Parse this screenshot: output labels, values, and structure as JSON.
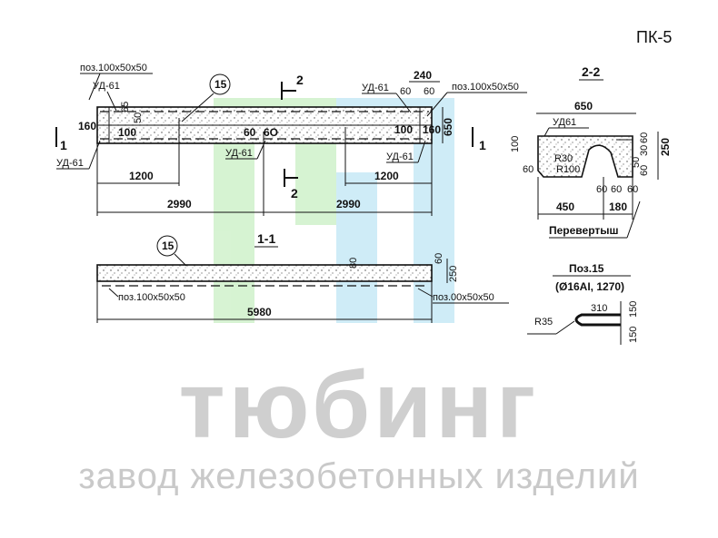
{
  "title": "ПК-5",
  "watermark": {
    "brand": "тюбинг",
    "subtitle": "завод железобетонных изделий",
    "colors": {
      "green": "#c9efc4",
      "blue": "#bfe6f5"
    }
  },
  "plan": {
    "labels": {
      "pos_top_left": "поз.100х50х50",
      "ud_top_left": "УД-61",
      "dim_65": "65",
      "dim_50": "50",
      "dim_160": "160",
      "dim_100_left": "100",
      "ud_bottom_left": "УД-61",
      "dim_1200_left": "1200",
      "dim_2990_left": "2990",
      "dim_60a": "60",
      "dim_60b": "6О",
      "ud_middle": "УД-61",
      "pos_top_right": "поз.100х50х50",
      "ud_top_right": "УД-61",
      "dim_240": "240",
      "dim_60c": "60",
      "dim_60d": "60",
      "dim_100_right": "100",
      "dim_160_right": "160",
      "dim_650": "650",
      "ud_bottom_right": "УД-61",
      "dim_1200_right": "1200",
      "dim_2990_right": "2990",
      "rebar_mark": "15",
      "cut_2_top": "2",
      "cut_2_bottom": "2",
      "cut_1_left": "1",
      "cut_1_right": "1"
    }
  },
  "section_1_1": {
    "title": "1-1",
    "rebar_mark": "15",
    "dim_80": "80",
    "dim_60": "60",
    "dim_250": "250",
    "pos_left": "поз.100х50х50",
    "pos_right": "поз.00х50х50",
    "dim_5980": "5980"
  },
  "section_2_2": {
    "title": "2-2",
    "dim_650": "650",
    "ud": "УД61",
    "dim_100": "100",
    "dim_60_left": "60",
    "r30": "R30",
    "r100": "R100",
    "dim_60_r1": "60",
    "dim_30": "30",
    "dim_50": "50",
    "dim_250": "250",
    "dim_60_r2": "60",
    "dim_450": "450",
    "dim_60_b1": "60",
    "dim_60_b2": "60",
    "dim_60_b3": "60",
    "dim_180": "180",
    "caption": "Перевертыш"
  },
  "pos15": {
    "title": "Поз.15",
    "spec": "(Ø16АI, 1270)",
    "dim_310": "310",
    "dim_150_top": "150",
    "dim_150_bottom": "150",
    "r35": "R35"
  }
}
